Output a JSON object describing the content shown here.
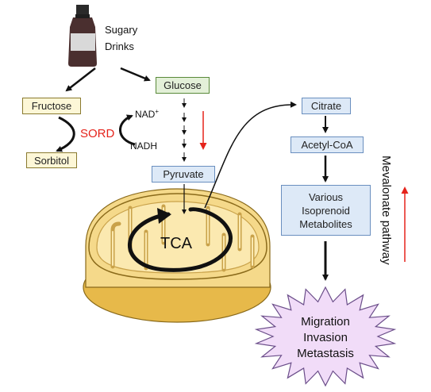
{
  "source": {
    "line1": "Sugary",
    "line2": "Drinks"
  },
  "nodes": {
    "glucose": "Glucose",
    "fructose": "Fructose",
    "sorbitol": "Sorbitol",
    "pyruvate": "Pyruvate",
    "citrate": "Citrate",
    "acetyl_coa": "Acetyl-CoA",
    "isoprenoid": {
      "line1": "Various",
      "line2": "Isoprenoid",
      "line3": "Metabolites"
    }
  },
  "cofactors": {
    "nad": "NAD",
    "nad_sup": "+",
    "nadh": "NADH"
  },
  "enzyme": "SORD",
  "cycle": "TCA",
  "pathway": "Mevalonate pathway",
  "outcomes": {
    "line1": "Migration",
    "line2": "Invasion",
    "line3": "Metastasis"
  },
  "colors": {
    "enzyme": "#e5231b",
    "trend_arrow": "#e5231b",
    "mito_outer": "#f5d98a",
    "mito_inner": "#fbe9b0",
    "outcome_fill": "#f1dcf8",
    "outcome_stroke": "#6b4e8a",
    "tan_box": "#fdf7d7",
    "green_box": "#e3f0d8",
    "blue_box": "#dde9f7"
  }
}
